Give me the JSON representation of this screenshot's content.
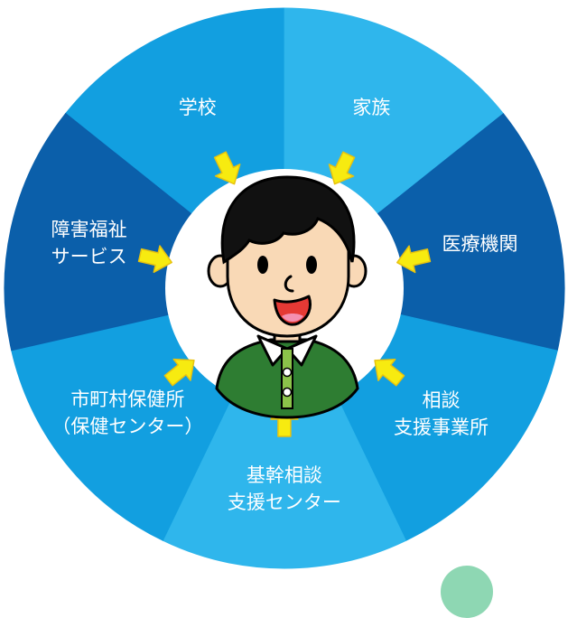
{
  "diagram": {
    "center": {
      "name": "child-illustration"
    },
    "segments": [
      {
        "id": "school",
        "lines": [
          "学校"
        ],
        "color": "#129FE0"
      },
      {
        "id": "family",
        "lines": [
          "家族"
        ],
        "color": "#2FB6EC"
      },
      {
        "id": "medical",
        "lines": [
          "医療機関"
        ],
        "color": "#0B5FAA"
      },
      {
        "id": "consultation-office",
        "lines": [
          "相談",
          "支援事業所"
        ],
        "color": "#129FE0"
      },
      {
        "id": "core-center",
        "lines": [
          "基幹相談",
          "支援センター"
        ],
        "color": "#2FB6EC"
      },
      {
        "id": "health-center",
        "lines": [
          "市町村保健所",
          "（保健センター）"
        ],
        "color": "#129FE0"
      },
      {
        "id": "welfare",
        "lines": [
          "障害福祉",
          "サービス"
        ],
        "color": "#0B5FAA"
      }
    ],
    "arrow_color": "#F7EB10",
    "arrow_outline": "#E8C20E"
  }
}
